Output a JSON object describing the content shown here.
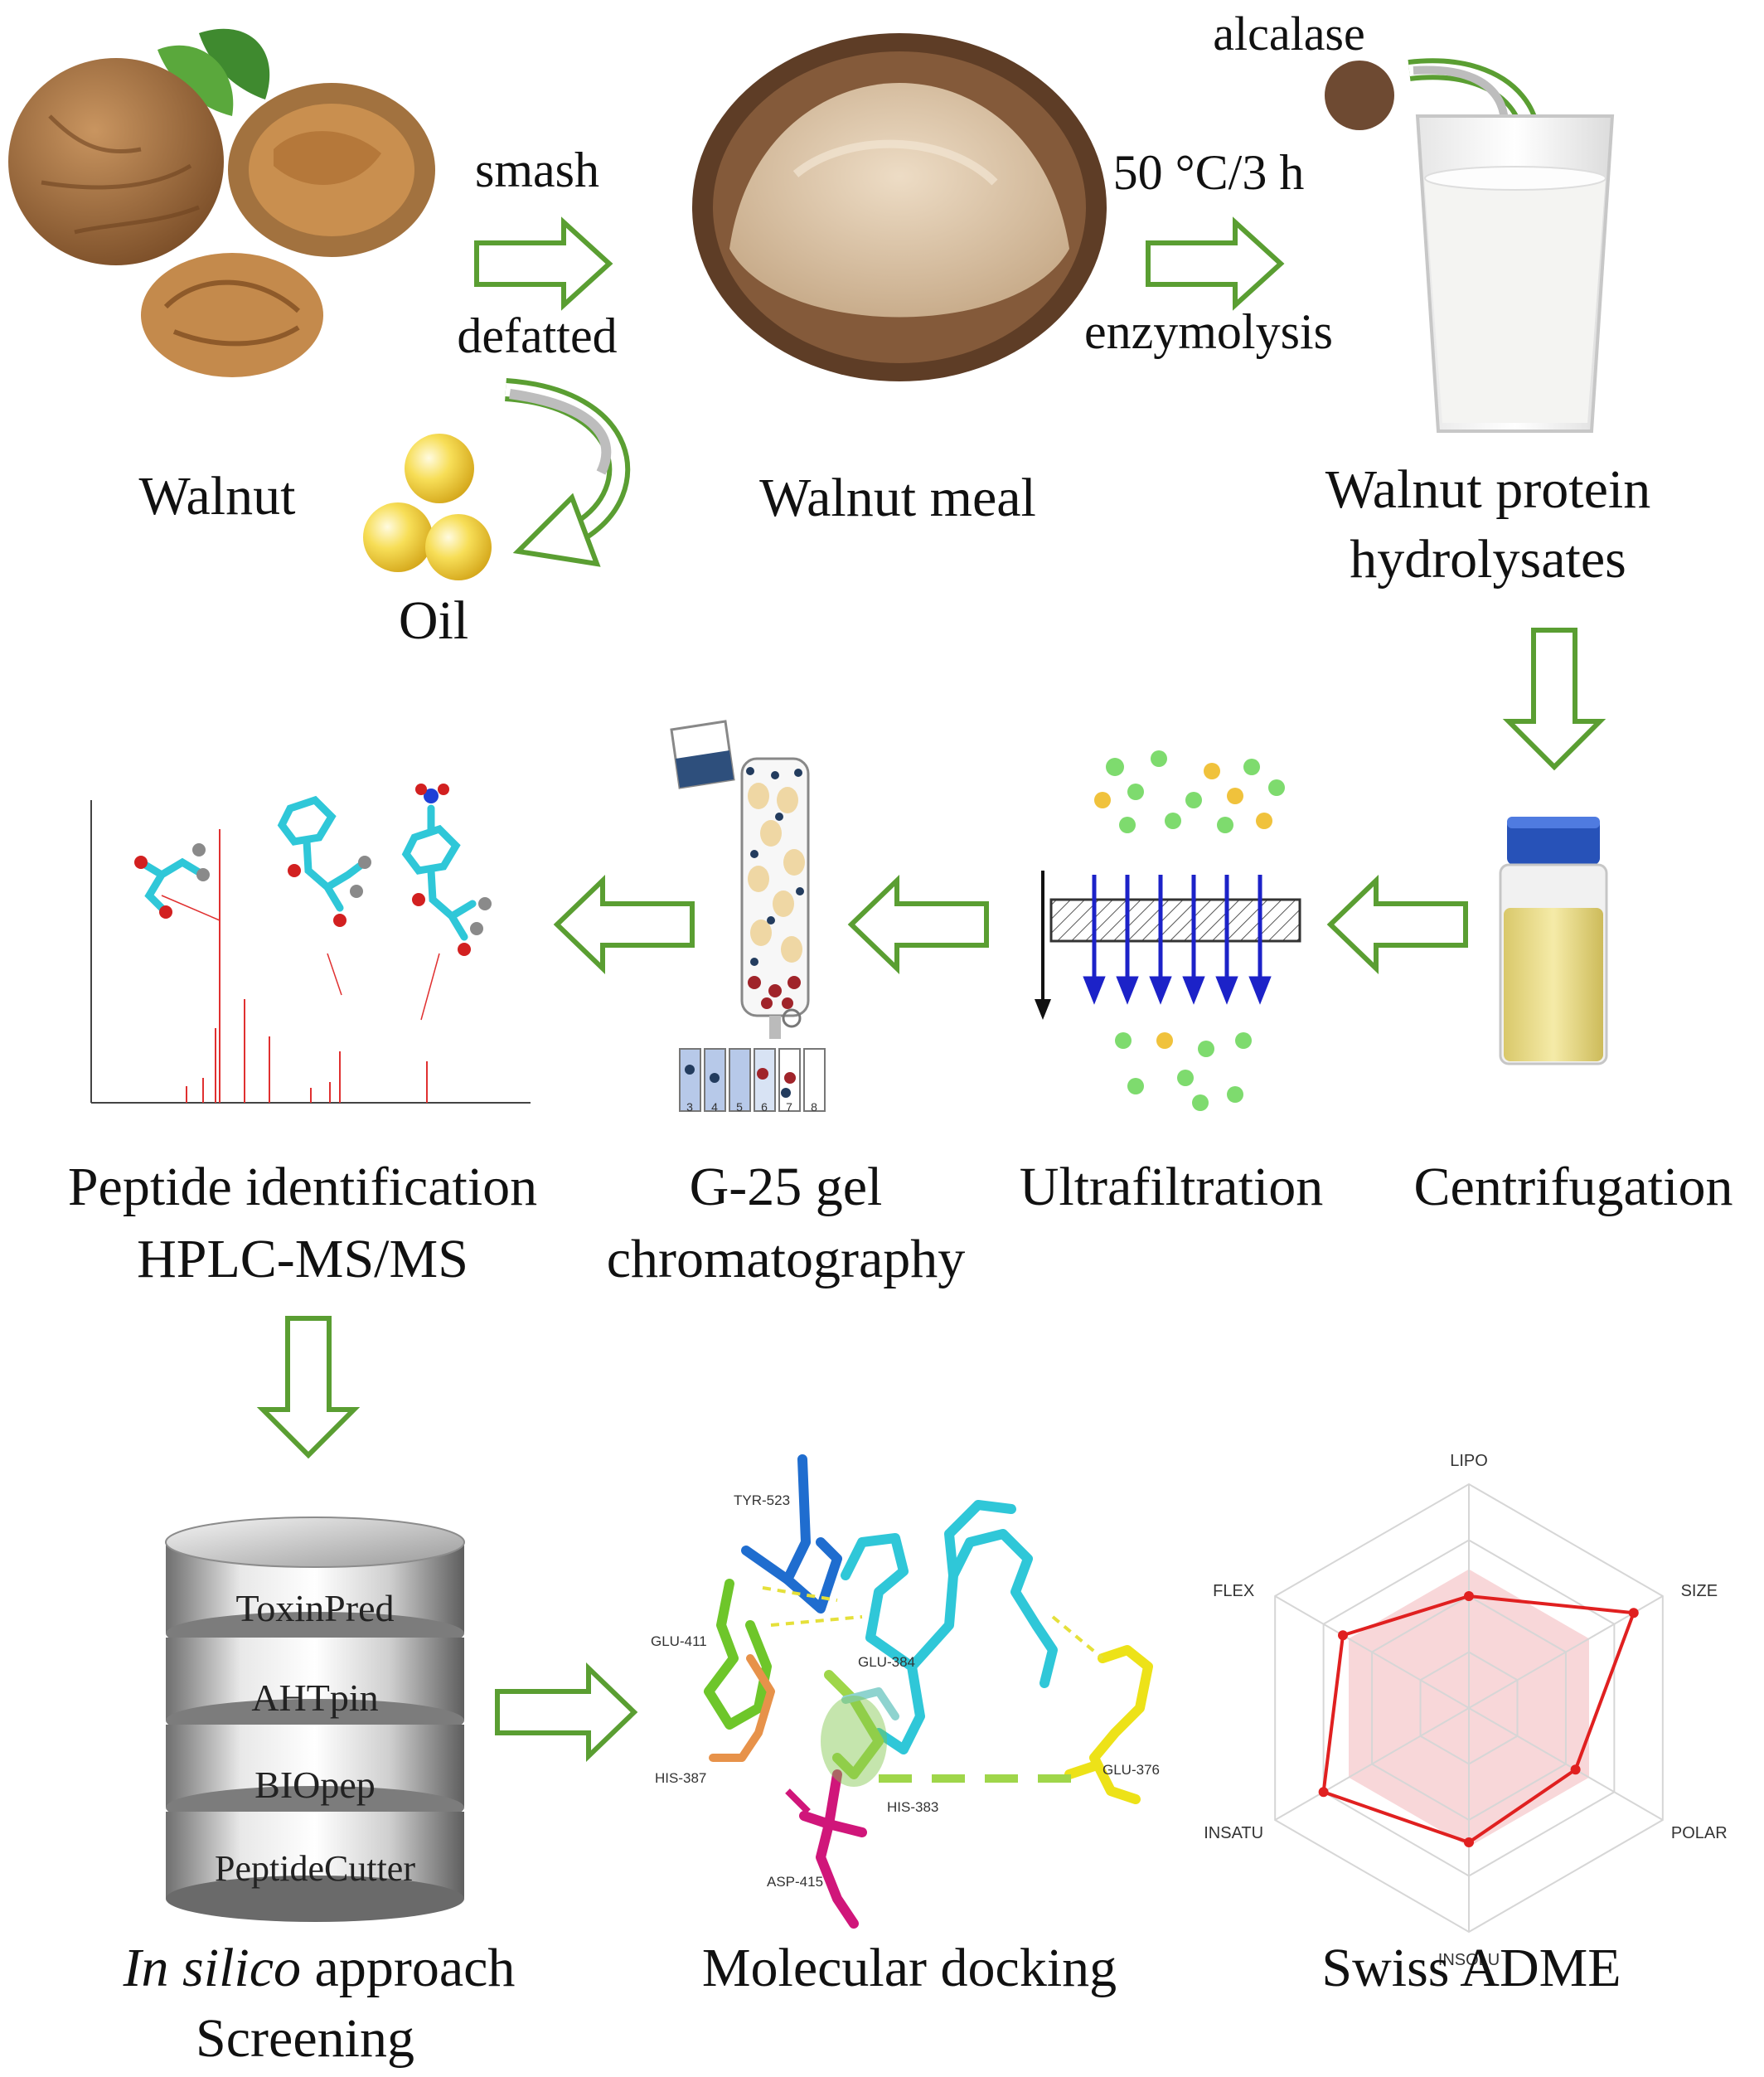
{
  "colors": {
    "arrow_green": "#5a9e32",
    "walnut_brown": "#9b6a3a",
    "meal_tan": "#d8c3a6",
    "oil_yellow": "#f2d13a",
    "cyan_stick": "#2fc7d8",
    "red_atom": "#d22020",
    "radar_red": "#e02020",
    "radar_fill": "#f6c9cc",
    "filter_blue": "#1c22c8"
  },
  "top_row": {
    "walnut_label": "Walnut",
    "oil_label": "Oil",
    "step1_top": "smash",
    "step1_bottom": "defatted",
    "meal_label": "Walnut meal",
    "enzyme_label": "alcalase",
    "step2_top": "50 °C/3 h",
    "step2_bottom": "enzymolysis",
    "hydrolysate_line1": "Walnut protein",
    "hydrolysate_line2": "hydrolysates"
  },
  "middle_row": {
    "centrifugation": "Centrifugation",
    "ultrafiltration": "Ultrafiltration",
    "gel_line1": "G-25 gel",
    "gel_line2": "chromatography",
    "peptide_line1": "Peptide identification",
    "peptide_line2": "HPLC-MS/MS",
    "tube_numbers": [
      "3",
      "4",
      "5",
      "6",
      "7",
      "8"
    ]
  },
  "bottom_row": {
    "databases": [
      "ToxinPred",
      "AHTpin",
      "BIOpep",
      "PeptideCutter"
    ],
    "insilico_italic": "In silico",
    "insilico_rest": " approach",
    "screening": "Screening",
    "docking_label": "Molecular docking",
    "residues": [
      "TYR-523",
      "GLU-411",
      "GLU-384",
      "HIS-387",
      "HIS-383",
      "GLU-376",
      "ASP-415"
    ],
    "adme_label": "Swiss ADME",
    "radar_axes": [
      "LIPO",
      "SIZE",
      "POLAR",
      "INSOLU",
      "INSATU",
      "FLEX"
    ],
    "radar_values": [
      0.5,
      0.85,
      0.55,
      0.6,
      0.75,
      0.65
    ]
  }
}
